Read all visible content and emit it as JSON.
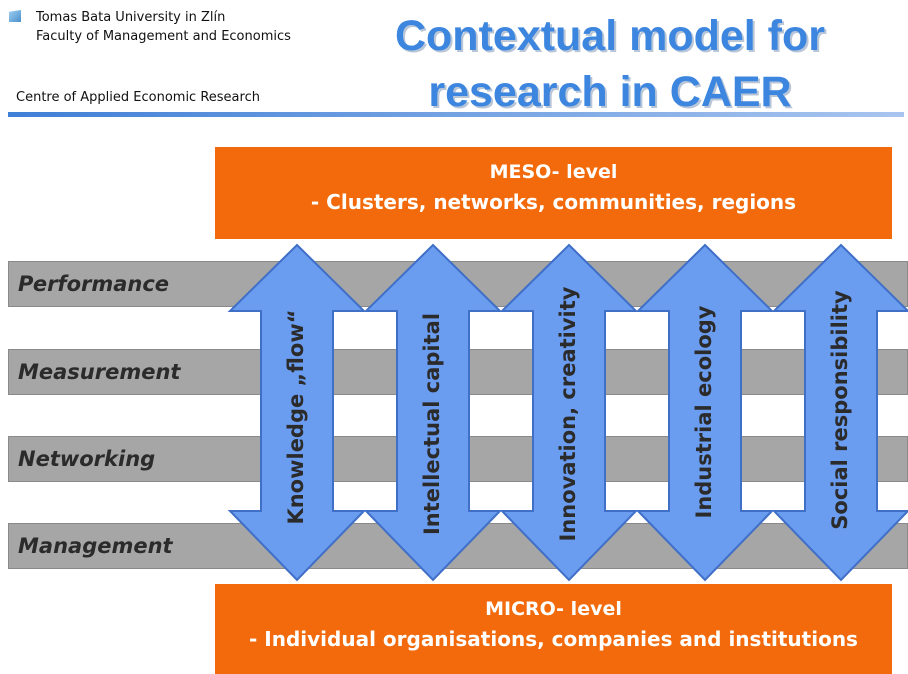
{
  "header": {
    "university": "Tomas Bata University in Zlín",
    "faculty": "Faculty of Management and Economics",
    "centre": "Centre of Applied Economic Research",
    "title_line1": "Contextual model for",
    "title_line2": "research in CAER"
  },
  "meso": {
    "title": "MESO- level",
    "subtitle": "- Clusters, networks, communities, regions"
  },
  "micro": {
    "title": "MICRO- level",
    "subtitle": "- Individual organisations, companies and institutions"
  },
  "rows": [
    "Performance",
    "Measurement",
    "Networking",
    "Management"
  ],
  "arrows": [
    "Knowledge „flow“",
    "Intellectual capital",
    "Innovation, creativity",
    "Industrial ecology",
    "Social responsibility"
  ],
  "colors": {
    "orange": "#f26a0b",
    "arrow_blue": "#6a9cf0",
    "row_gray": "#a6a6a6",
    "title_blue": "#3c86e0"
  }
}
